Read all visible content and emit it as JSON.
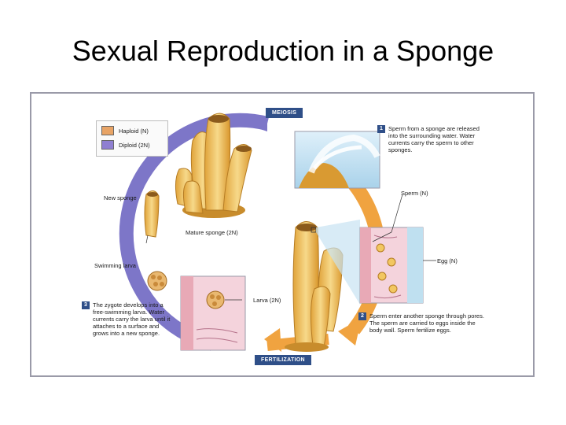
{
  "title": "Sexual Reproduction in a Sponge",
  "legend": [
    {
      "label": "Haploid (N)",
      "color": "#e8a466"
    },
    {
      "label": "Diploid (2N)",
      "color": "#8f7fd1"
    }
  ],
  "stages": {
    "meiosis": "MEIOSIS",
    "fertilization": "FERTILIZATION"
  },
  "labels": {
    "new_sponge": "New sponge",
    "mature_sponge": "Mature sponge (2N)",
    "swimming_larva": "Swimming larva",
    "larva": "Larva (2N)",
    "sperm": "Sperm (N)",
    "egg": "Egg (N)"
  },
  "steps": [
    {
      "num": "1",
      "text": "Sperm from a sponge are released into the surrounding water. Water currents carry the sperm to other sponges."
    },
    {
      "num": "2",
      "text": "Sperm enter another sponge through pores. The sperm are carried to eggs inside the body wall. Sperm fertilize eggs."
    },
    {
      "num": "3",
      "text": "The zygote develops into a free-swimming larva. Water currents carry the larva until it attaches to a surface and grows into a new sponge."
    }
  ],
  "colors": {
    "arrow_diploid": "#7d76c8",
    "arrow_haploid": "#f0a340",
    "sponge_body": "#f2c761",
    "sponge_shadow": "#d99a32",
    "stage_box": "#2f4f88",
    "tissue_pink": "#e8a9b6",
    "water_blue": "#bfe0f0"
  },
  "icons": [
    "mature-sponge-illustration",
    "new-sponge-illustration",
    "larva-illustration",
    "sperm-release-illustration",
    "sponge-body-wall-illustration"
  ]
}
